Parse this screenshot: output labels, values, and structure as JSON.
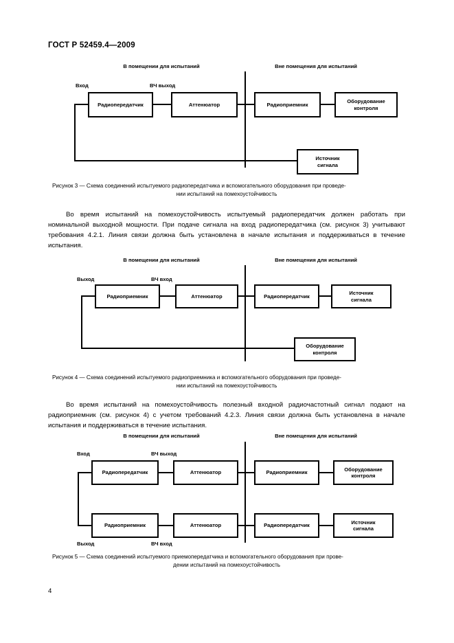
{
  "document": {
    "standard_header": "ГОСТ Р 52459.4—2009",
    "page_number": "4"
  },
  "labels": {
    "zone_inside": "В помещении для испытаний",
    "zone_outside": "Вне помещения для испытаний",
    "port_in": "Вход",
    "port_out": "Выход",
    "port_rf_out": "ВЧ выход",
    "port_rf_in": "ВЧ вход",
    "block_transmitter": "Радиопередатчик",
    "block_receiver": "Радиоприемник",
    "block_attenuator": "Аттенюатор",
    "block_monitor_line1": "Оборудование",
    "block_monitor_line2": "контроля",
    "block_source_line1": "Источник",
    "block_source_line2": "сигнала"
  },
  "figure3": {
    "caption_line1": "Рисунок  3 —  Схема соединений испытуемого радиопередатчика и вспомогательного оборудования при проведе-",
    "caption_line2": "нии испытаний на помехоустойчивость"
  },
  "figure4": {
    "caption_line1": "Рисунок  4 —  Схема соединений испытуемого радиоприемника и вспомогательного оборудования при проведе-",
    "caption_line2": "нии испытаний на помехоустойчивость"
  },
  "figure5": {
    "caption_line1": "Рисунок  5 —  Схема соединений испытуемого приемопередатчика и вспомогательного оборудования при прове-",
    "caption_line2": "дении испытаний на помехоустойчивость"
  },
  "paragraph1": {
    "text": "Во время испытаний на помехоустойчивость испытуемый радиопередатчик должен работать при номинальной выходной мощности. При подаче сигнала на вход радиопередатчика (см. рисунок 3) учитывают требования 4.2.1. Линия связи должна быть установлена в начале испытания и поддерживаться в течение испытания."
  },
  "paragraph2": {
    "text": "Во время испытаний на помехоустойчивость полезный входной радиочастотный сигнал подают на радиоприемник (см. рисунок 4) с учетом требований 4.2.3. Линия связи должна быть установлена в начале испытания и поддерживаться в течение испытания."
  }
}
